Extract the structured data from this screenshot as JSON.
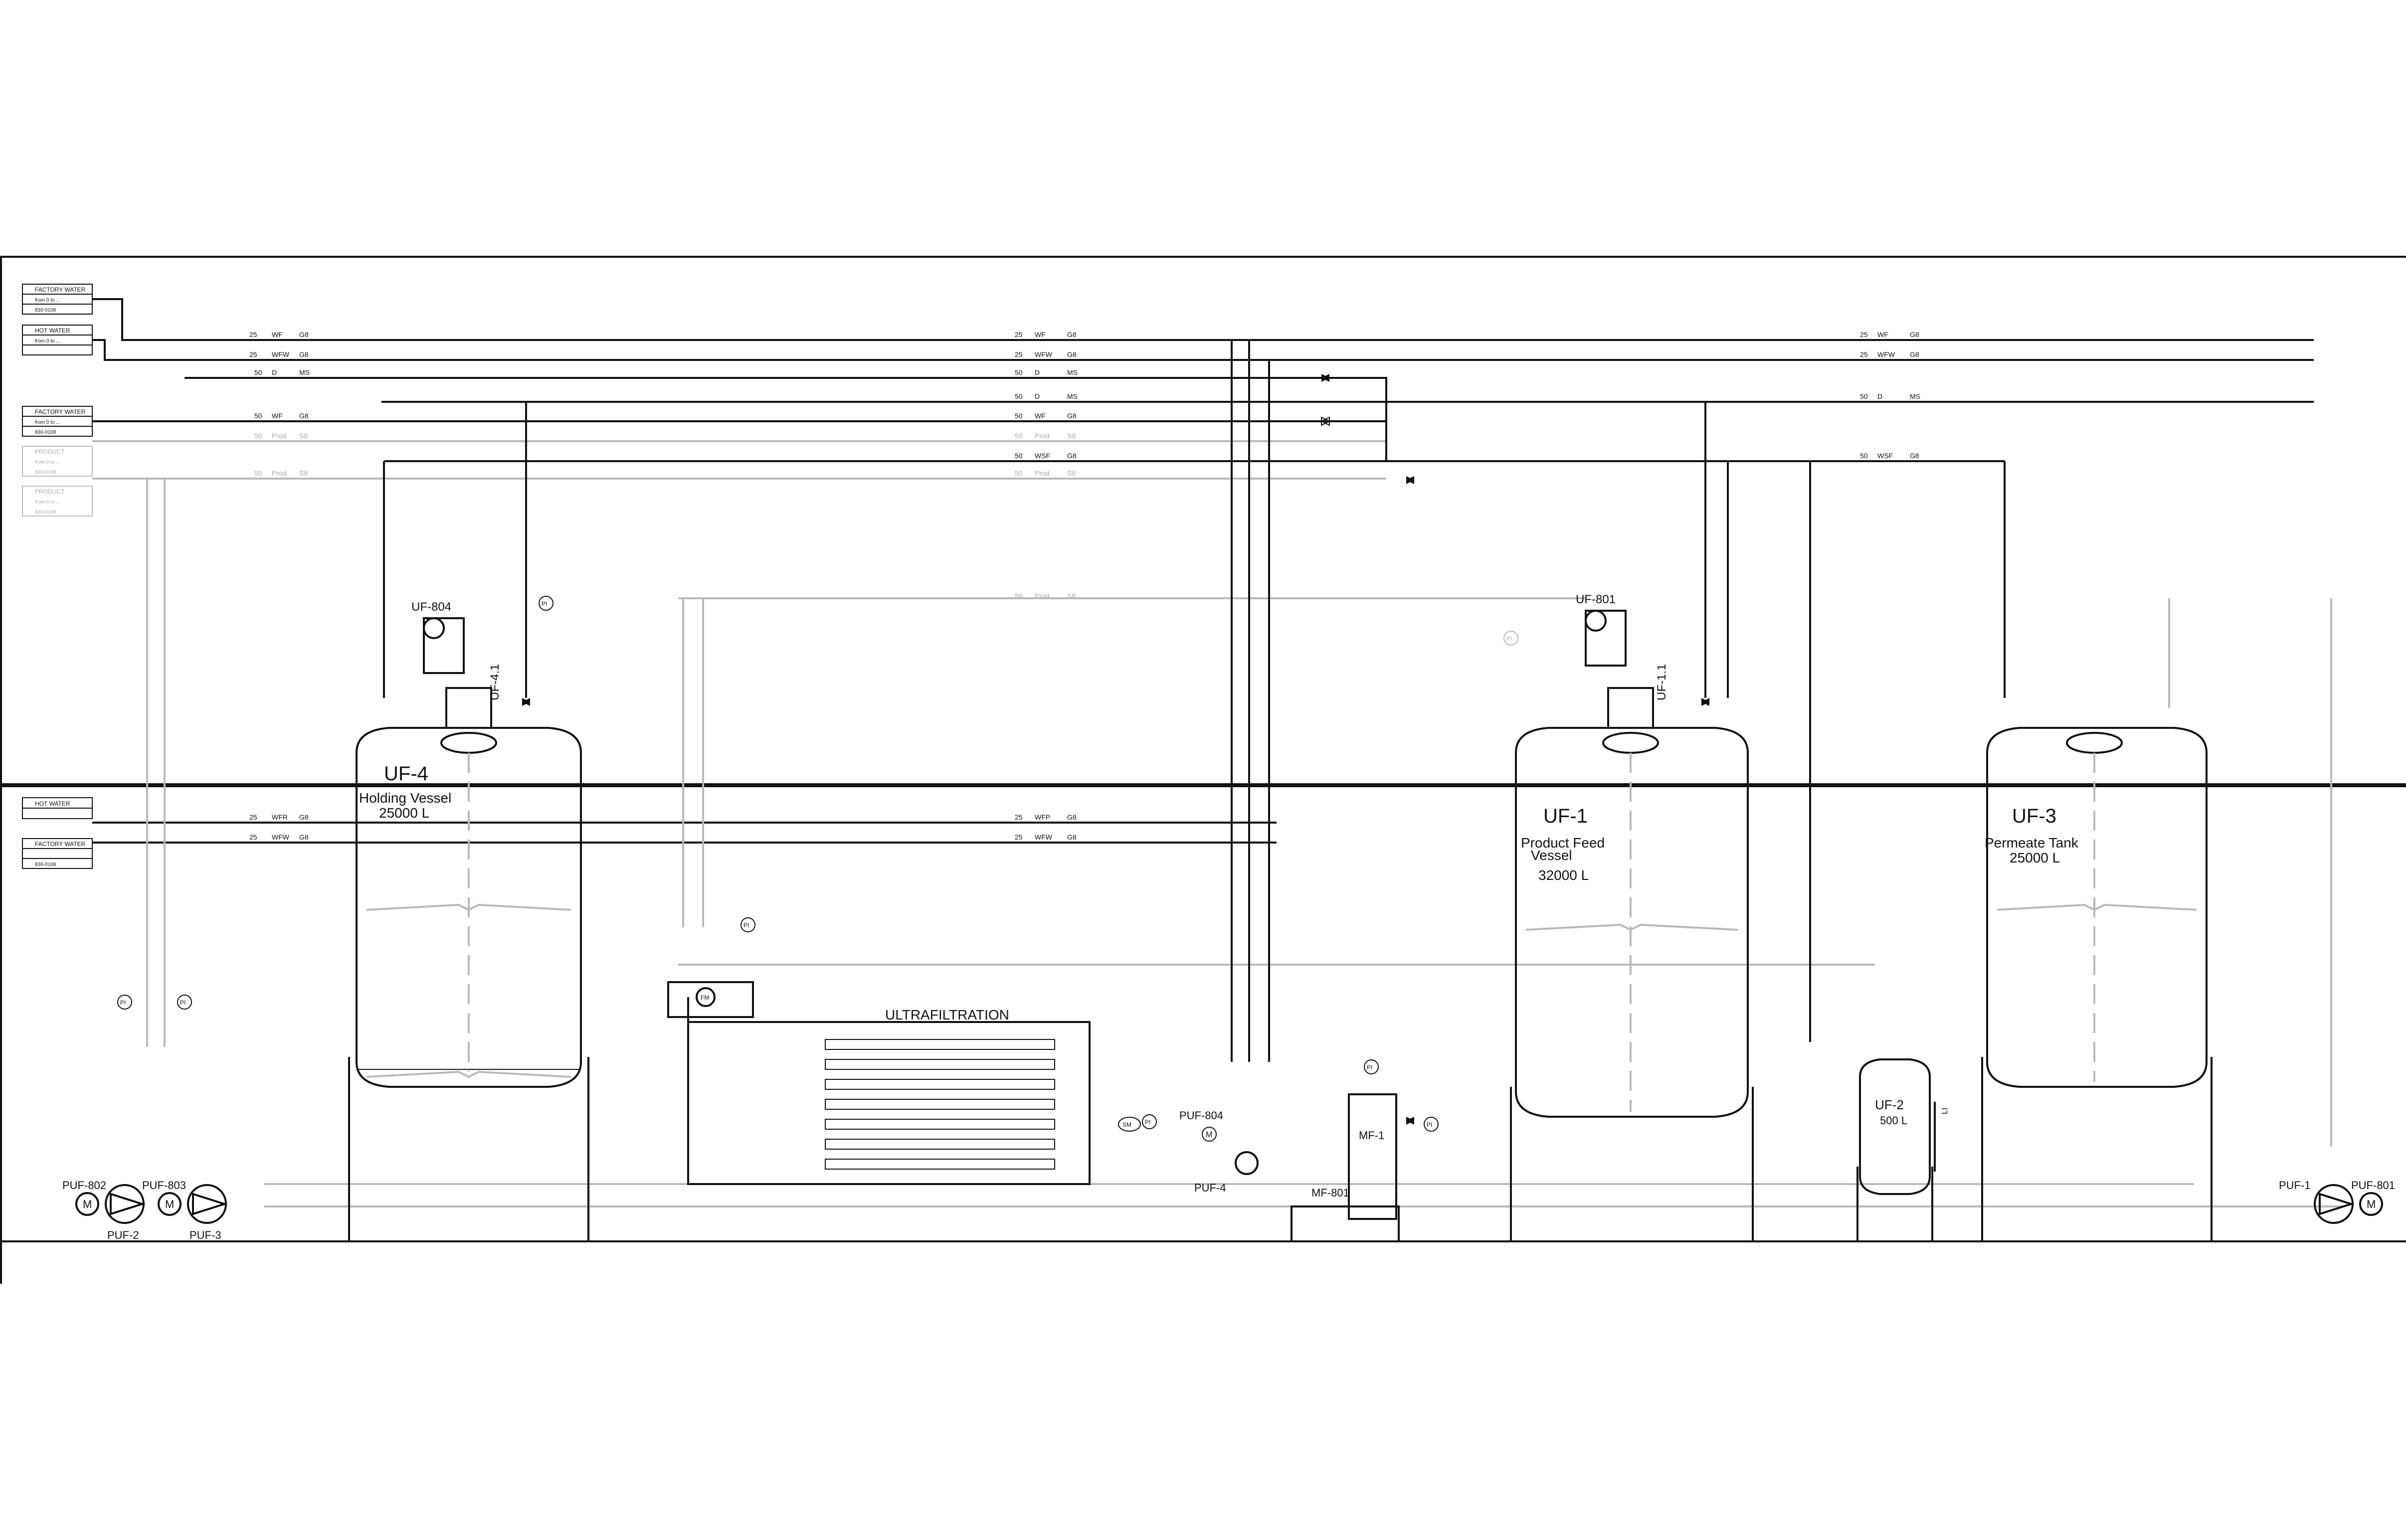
{
  "tanks": {
    "uf4": {
      "tag": "UF-4",
      "name": "Holding Vessel",
      "volume": "25000 L",
      "nozzle_id": "UF-4.1",
      "agitator_id": "UF-804"
    },
    "uf1": {
      "tag": "UF-1",
      "name_line1": "Product Feed",
      "name_line2": "Vessel",
      "volume": "32000 L",
      "nozzle_id": "UF-1.1",
      "agitator_id": "UF-801"
    },
    "uf3": {
      "tag": "UF-3",
      "name": "Permeate Tank",
      "volume": "25000 L"
    },
    "uf2": {
      "tag": "UF-2",
      "volume": "500 L"
    }
  },
  "equipment": {
    "ultrafiltration_label": "ULTRAFILTRATION",
    "mf1": "MF-1",
    "mf801": "MF-801",
    "puf804": "PUF-804",
    "puf4": "PUF-4",
    "puf802": "PUF-802",
    "puf803": "PUF-803",
    "puf2": "PUF-2",
    "puf3": "PUF-3",
    "puf1": "PUF-1",
    "puf801": "PUF-801",
    "motor": "M",
    "fm": "FM",
    "sm": "SM",
    "pi": "PI",
    "li": "LI"
  },
  "header_boxes": [
    {
      "row1": "FACTORY WATER",
      "row2": "from 0 to ...",
      "row3": "830-0108"
    },
    {
      "row1": "HOT WATER",
      "row2": "from 0 to ...",
      "row3": ""
    },
    {
      "row1": "FACTORY WATER",
      "row2": "from 0 to ...",
      "row3": "830-0108"
    },
    {
      "row1": "PRODUCT",
      "row2": "from 0 to ...",
      "row3": "830-0108"
    },
    {
      "row1": "PRODUCT",
      "row2": "from 0 to ...",
      "row3": "830-0108"
    }
  ],
  "side_boxes": [
    {
      "row1": "HOT WATER",
      "row2": ""
    },
    {
      "row1": "FACTORY WATER",
      "row2": "830-0108"
    }
  ],
  "line_tags": {
    "wf25": {
      "size": "25",
      "medium": "WF",
      "spec": "G8"
    },
    "wfw25": {
      "size": "25",
      "medium": "WFW",
      "spec": "G8"
    },
    "d50": {
      "size": "50",
      "medium": "D",
      "spec": "MS"
    },
    "wf50": {
      "size": "50",
      "medium": "WF",
      "spec": "G8"
    },
    "prod50": {
      "size": "50",
      "medium": "Prod",
      "spec": "S8"
    },
    "wsf50": {
      "size": "50",
      "medium": "WSF",
      "spec": "G8"
    },
    "wfr25": {
      "size": "25",
      "medium": "WFR",
      "spec": "G8"
    },
    "wfp25": {
      "size": "25",
      "medium": "WFP",
      "spec": "G8"
    }
  },
  "colors": {
    "line": "#111111",
    "faded": "#b9b9b9"
  }
}
